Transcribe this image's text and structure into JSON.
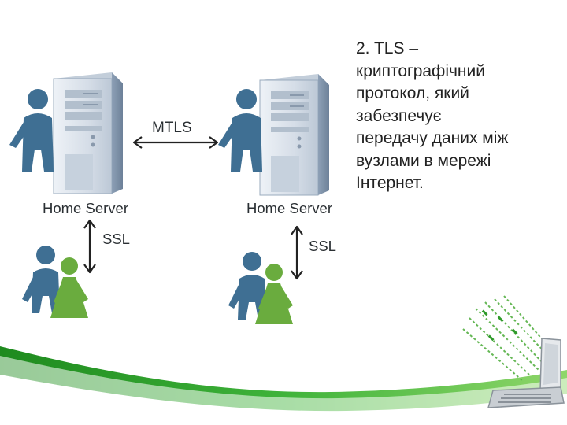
{
  "diagram": {
    "left_server_label": "Home Server",
    "right_server_label": "Home Server",
    "mtls_label": "MTLS",
    "ssl_left_label": "SSL",
    "ssl_right_label": "SSL"
  },
  "slide_text": {
    "lines": [
      "2. TLS –",
      "криптографічний",
      "протокол, який",
      "забезпечує",
      "передачу даних між",
      "вузлами в мережі",
      "Інтернет."
    ]
  },
  "colors": {
    "person_blue": "#3f6f93",
    "person_green": "#6aac3e",
    "server_light": "#d8e0ea",
    "server_dark": "#7f93aa",
    "wave_green": "#2f9a2a",
    "arrow": "#222222"
  }
}
